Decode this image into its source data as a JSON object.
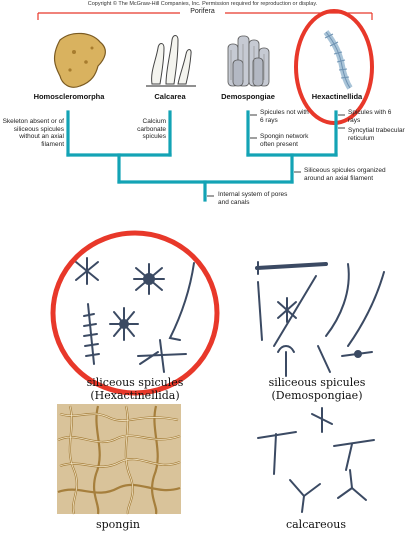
{
  "copyright": "Copyright © The McGraw-Hill Companies, Inc. Permission required for reproduction or display.",
  "tree": {
    "group_label": "Porifera",
    "taxa": [
      {
        "name": "Homoscleromorpha"
      },
      {
        "name": "Calcarea"
      },
      {
        "name": "Demospongiae"
      },
      {
        "name": "Hexactinellida"
      }
    ],
    "characters": {
      "homosclero": "Skeleton absent or of siliceous spicules without an axial filament",
      "calcarea": "Calcium carbonate spicules",
      "demo_spicules": "Spicules not with 6 rays",
      "demo_spongin": "Spongin network often present",
      "hexa_spicules": "Spicules with 6 rays",
      "hexa_reticulum": "Syncytial trabecular reticulum",
      "siliceous_axial": "Siliceous spicules organized around an axial filament",
      "internal_system": "Internal system of pores and canals"
    }
  },
  "panels": {
    "hexa_caption_1": "siliceous spicules",
    "hexa_caption_2": "(Hexactinellida)",
    "demo_caption_1": "siliceous spicules",
    "demo_caption_2": "(Demospongiae)",
    "spongin_caption": "spongin",
    "calcareous_caption": "calcareous"
  },
  "colors": {
    "tree_line": "#13a3b5",
    "highlight": "#e8382a",
    "spicule": "#3b4a63",
    "spongin": "#c9a86b"
  }
}
